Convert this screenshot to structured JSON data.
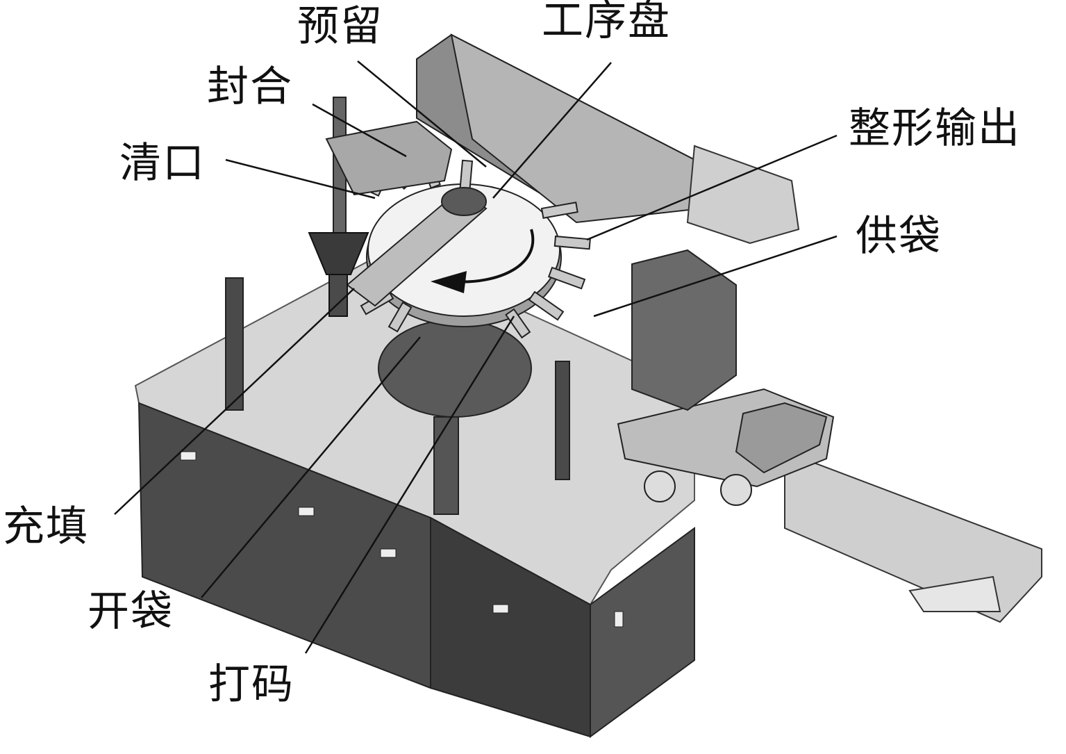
{
  "labels": {
    "yuliu": "预留",
    "gongxupan": "工序盘",
    "fenghe": "封合",
    "qingkou": "清口",
    "zhengxing": "整形输出",
    "gongdai": "供袋",
    "chongtian": "充填",
    "kaidai": "开袋",
    "dama": "打码"
  },
  "colors": {
    "background": "#ffffff",
    "leader_line": "#111111",
    "machine_top": "#d9d9d9",
    "machine_side": "#4a4a4a",
    "machine_dark": "#2e2e2e",
    "disk": "#f0f0f0"
  },
  "icons": {
    "rotation_arrow": "counterclockwise-arrow-icon"
  }
}
